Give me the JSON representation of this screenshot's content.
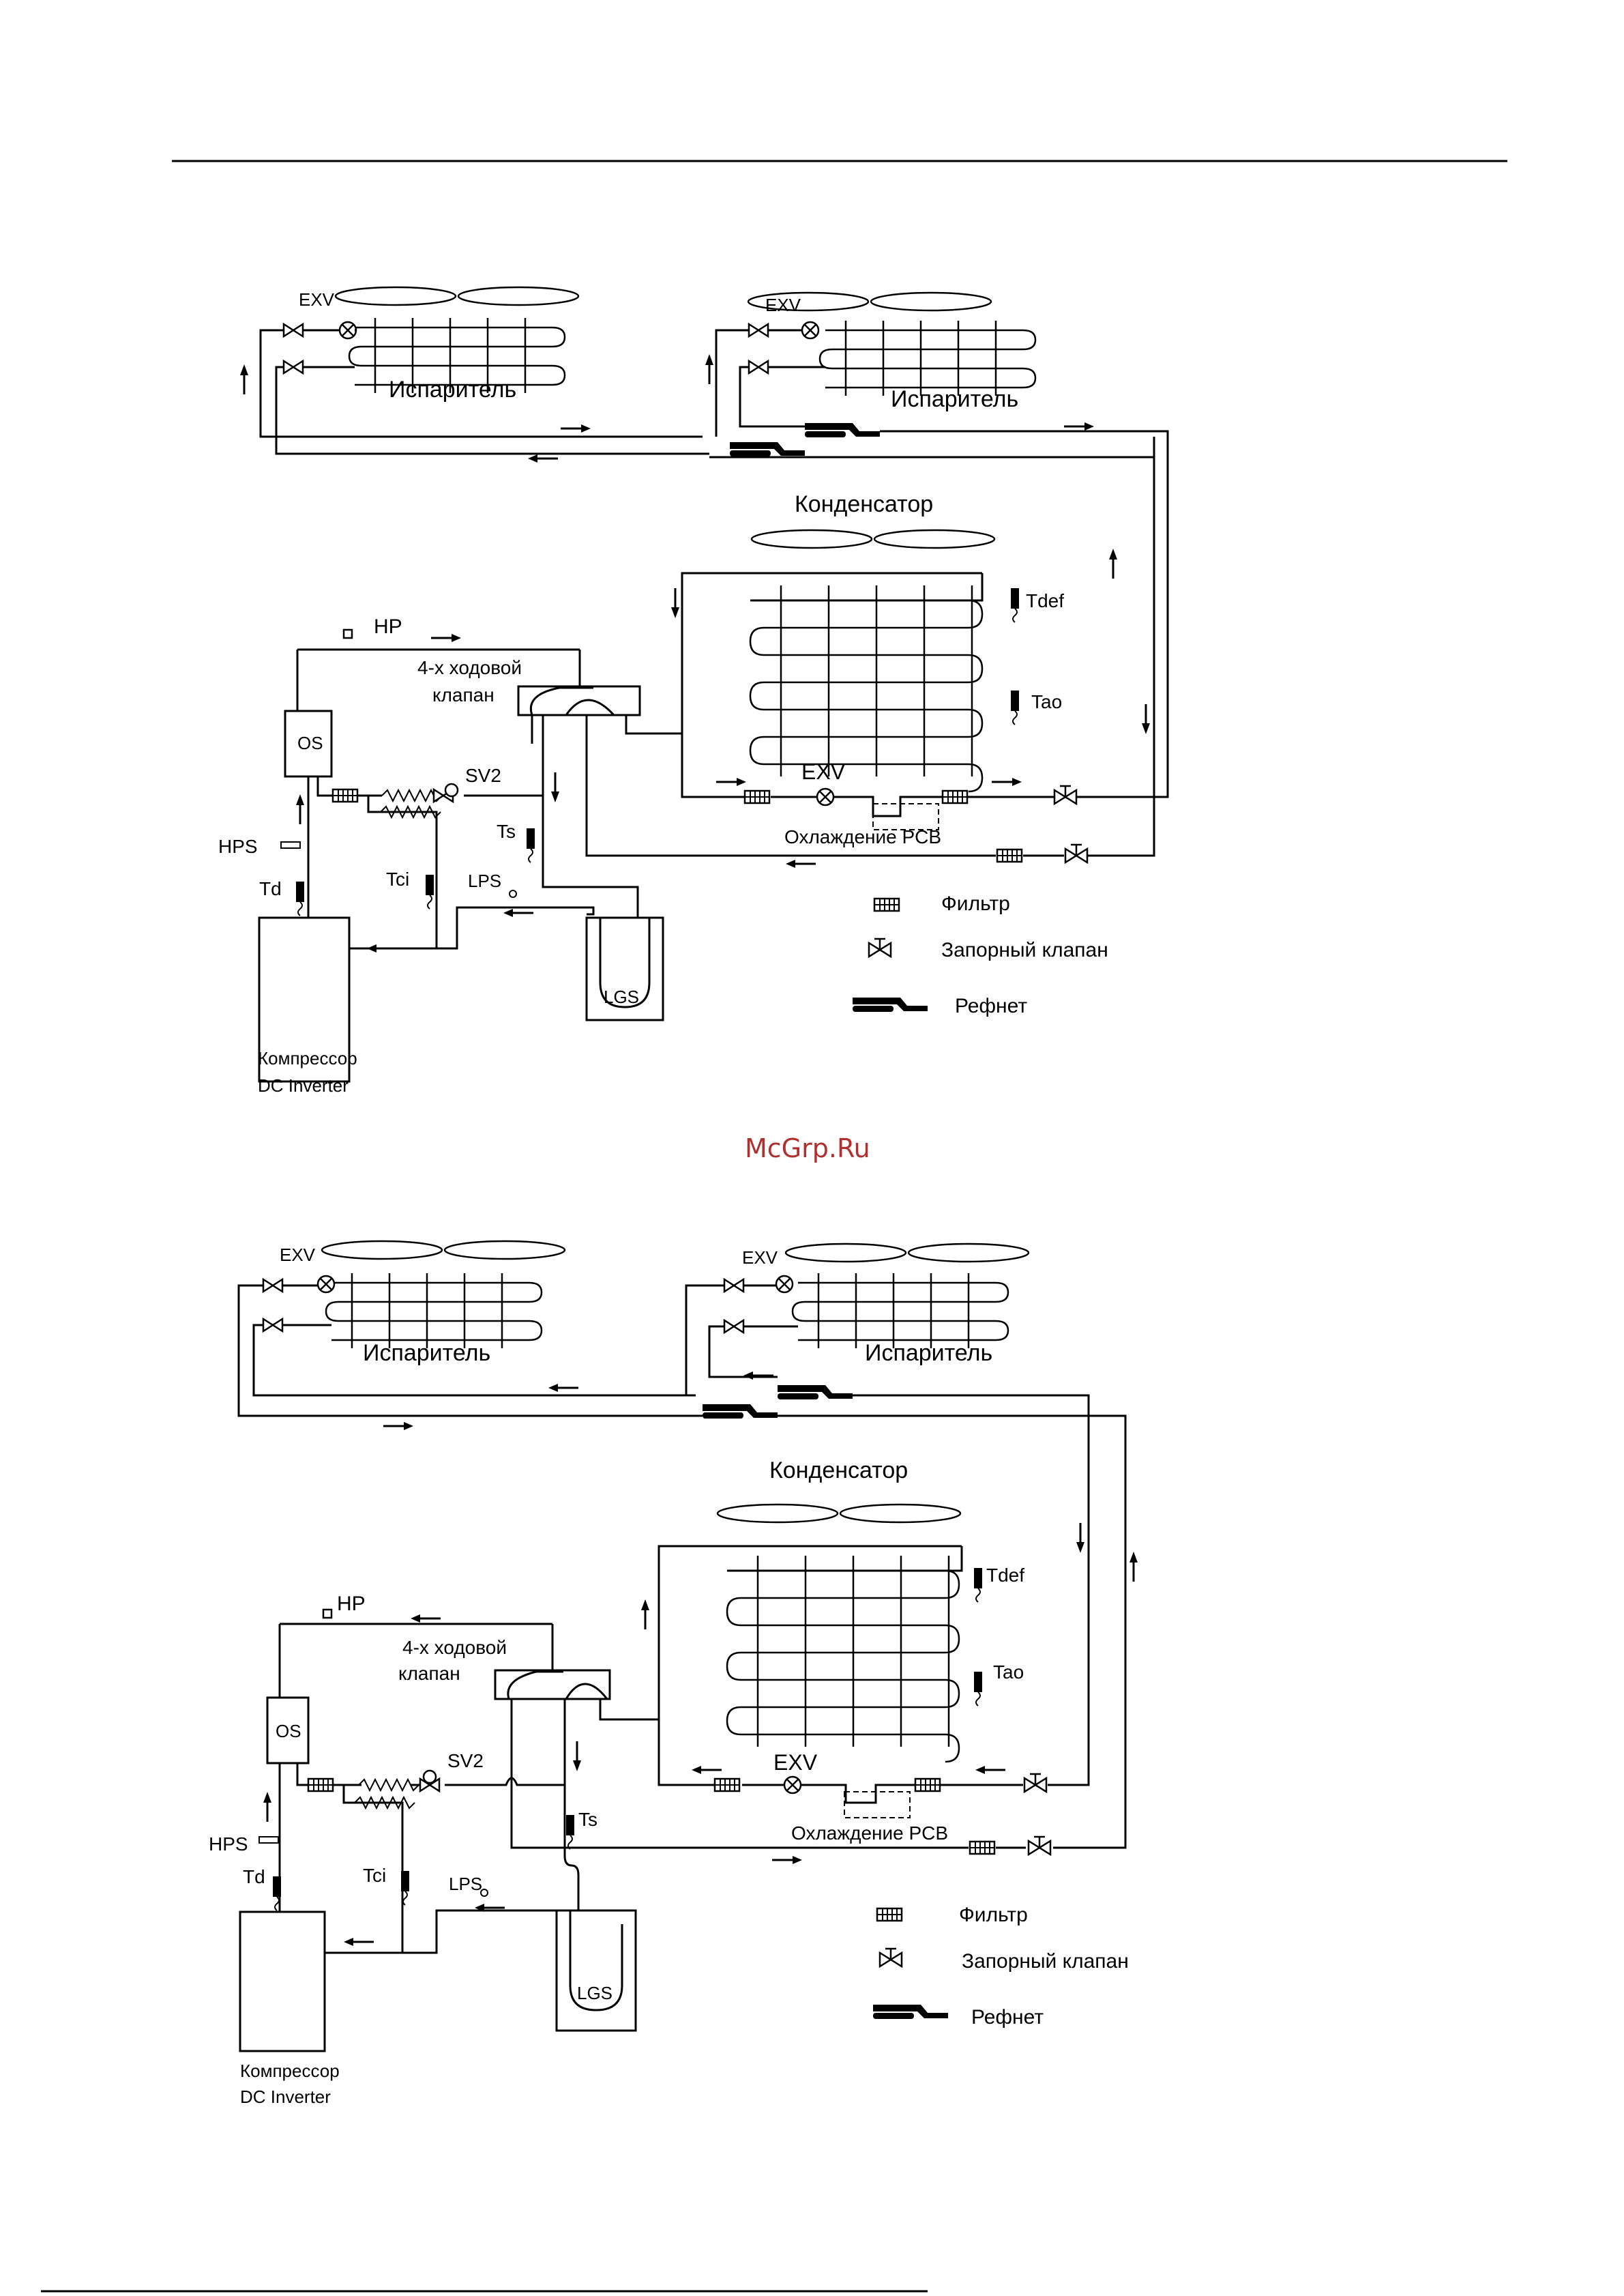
{
  "watermark": "McGrp.Ru",
  "diagrams": [
    {
      "evaporator_left": {
        "exv_label": "EXV",
        "label": "Испаритель"
      },
      "evaporator_right": {
        "exv_label": "EXV",
        "label": "Испаритель"
      },
      "condenser": {
        "label": "Конденсатор",
        "tdef_label": "Tdef",
        "tao_label": "Tao"
      },
      "compressor": {
        "label_line1": "Компрессор",
        "label_line2": "DC Inverter"
      },
      "four_way_valve": {
        "label_line1": "4-х ходовой",
        "label_line2": "клапан"
      },
      "labels": {
        "hp": "HP",
        "os": "OS",
        "sv2": "SV2",
        "hps": "HPS",
        "td": "Td",
        "tci": "Tci",
        "ts": "Ts",
        "lps": "LPS",
        "lgs": "LGS",
        "exv_main": "EXV",
        "pcb_cooling": "Охлаждение PCB"
      },
      "legend": {
        "filter": "Фильтр",
        "stop_valve": "Запорный клапан",
        "refnet": "Рефнет"
      }
    },
    {
      "evaporator_left": {
        "exv_label": "EXV",
        "label": "Испаритель"
      },
      "evaporator_right": {
        "exv_label": "EXV",
        "label": "Испаритель"
      },
      "condenser": {
        "label": "Конденсатор",
        "tdef_label": "Tdef",
        "tao_label": "Tao"
      },
      "compressor": {
        "label_line1": "Компрессор",
        "label_line2": "DC Inverter"
      },
      "four_way_valve": {
        "label_line1": "4-х ходовой",
        "label_line2": "клапан"
      },
      "labels": {
        "hp": "HP",
        "os": "OS",
        "sv2": "SV2",
        "hps": "HPS",
        "td": "Td",
        "tci": "Tci",
        "ts": "Ts",
        "lps": "LPS",
        "lgs": "LGS",
        "exv_main": "EXV",
        "pcb_cooling": "Охлаждение PCB"
      },
      "legend": {
        "filter": "Фильтр",
        "stop_valve": "Запорный клапан",
        "refnet": "Рефнет"
      }
    }
  ]
}
